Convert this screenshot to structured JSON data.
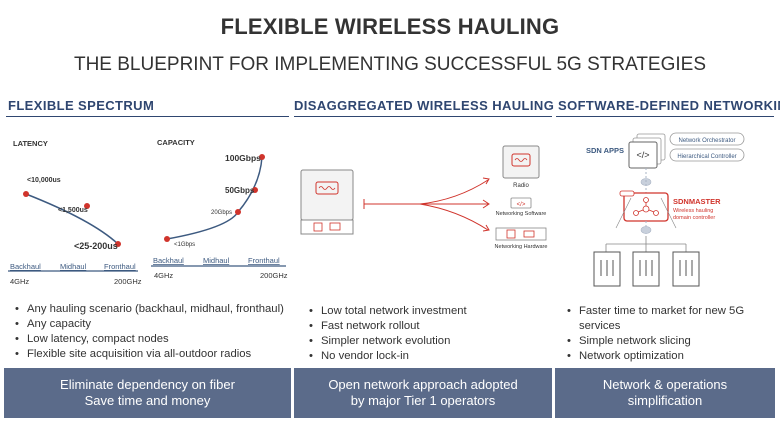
{
  "header": {
    "title": "FLEXIBLE WIRELESS HAULING",
    "subtitle": "THE BLUEPRINT FOR IMPLEMENTING SUCCESSFUL 5G STRATEGIES"
  },
  "sections": {
    "spectrum": {
      "heading": "FLEXIBLE SPECTRUM",
      "latency": {
        "label": "LATENCY",
        "points": [
          "<10,000us",
          "<1,500us",
          "<25-200us"
        ],
        "axis": [
          "Backhaul",
          "Midhaul",
          "Fronthaul"
        ],
        "freq_low": "4GHz",
        "freq_high": "200GHz"
      },
      "capacity": {
        "label": "CAPACITY",
        "points": [
          "<1Gbps",
          "20Gbps",
          "50Gbps",
          "100Gbps"
        ],
        "axis": [
          "Backhaul",
          "Midhaul",
          "Fronthaul"
        ],
        "freq_low": "4GHz",
        "freq_high": "200GHz"
      },
      "bullets": [
        "Any hauling scenario (backhaul, midhaul, fronthaul)",
        "Any capacity",
        "Low latency, compact nodes",
        "Flexible site acquisition via all-outdoor radios"
      ],
      "footer": [
        "Eliminate dependency on fiber",
        "Save time and money"
      ]
    },
    "hauling": {
      "heading": "DISAGGREGATED WIRELESS HAULING",
      "components": [
        "Radio",
        "Networking Software",
        "Networking Hardware"
      ],
      "bullets": [
        "Low total network investment",
        "Fast network rollout",
        "Simpler network evolution",
        "No vendor lock-in"
      ],
      "footer": [
        "Open network approach adopted",
        "by major Tier 1 operators"
      ]
    },
    "sdn": {
      "heading": "SOFTWARE-DEFINED NETWORKING",
      "apps_label": "SDN APPS",
      "apps": [
        "Network Orchestrator",
        "Hierarchical Controller"
      ],
      "master_title": "SDNMASTER",
      "master_sub": [
        "Wireless hauling",
        "domain controller"
      ],
      "bullets": [
        "Faster time to market for new 5G services",
        "Simple network slicing",
        "Network optimization"
      ],
      "footer": [
        "Network & operations",
        "simplification"
      ]
    }
  },
  "colors": {
    "accent_red": "#d0342c",
    "heading_blue": "#2f4670",
    "footer_bg": "#5b6b8a",
    "curve_blue": "#3d5a80"
  }
}
